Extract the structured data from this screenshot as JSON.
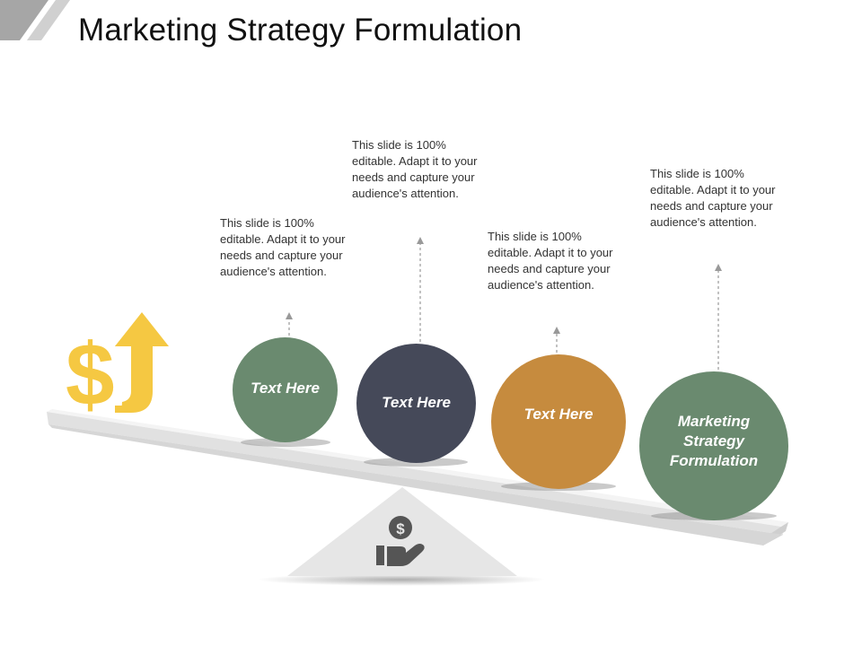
{
  "slide": {
    "title": "Marketing Strategy Formulation",
    "descriptions": [
      "This slide is 100% editable. Adapt it to your needs and capture your audience's attention.",
      "This slide is 100% editable. Adapt it to your needs and capture your audience's attention.",
      "This slide is 100% editable. Adapt it to your needs and capture your audience's attention.",
      "This slide is 100% editable. Adapt it to your needs and capture your audience's attention."
    ],
    "balls": [
      {
        "label": "Text Here",
        "color": "#6a8a6f"
      },
      {
        "label": "Text Here",
        "color": "#454959"
      },
      {
        "label": "Text Here",
        "color": "#c68b3e"
      },
      {
        "label": "Marketing Strategy Formulation",
        "color": "#6a8a6f"
      }
    ],
    "icons": [
      "dollar-up-arrow-icon",
      "hand-holding-dollar-icon"
    ],
    "accent_colors": {
      "gold": "#f5c842",
      "plank": "#ededed",
      "fulcrum": "#e8e8e8"
    }
  }
}
